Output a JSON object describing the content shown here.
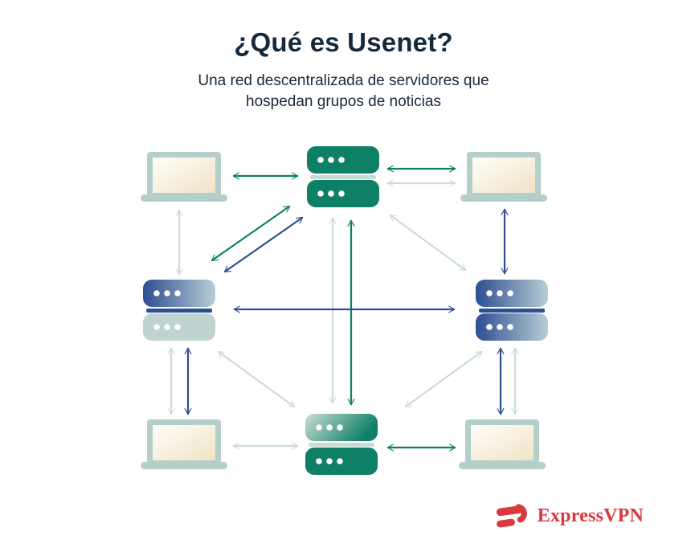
{
  "header": {
    "title": "¿Qué es Usenet?",
    "subtitle_line1": "Una red descentralizada de servidores que",
    "subtitle_line2": "hospedan grupos de noticias"
  },
  "branding": {
    "logo_text": "ExpressVPN"
  },
  "colors": {
    "background": "#ffffff",
    "ink": "#16293b",
    "green": "#0e8066",
    "navy": "#2e4f96",
    "arrow_light": "#ccdcd7",
    "laptop_frame": "#b4cfca",
    "screen_a": "#fffef9",
    "screen_b": "#f0e3c4",
    "unit_light": "#bfd3d0",
    "navy_a": "#2d4e92",
    "navy_b": "#b7cdd4",
    "green_grad_a": "#c9ddd6",
    "divider_light": "#c8dcd4",
    "divider_navy": "#2c4f92",
    "brand_red": "#da3940"
  },
  "diagram": {
    "nodes": [
      {
        "id": "laptop-top-left",
        "type": "laptop"
      },
      {
        "id": "server-top",
        "type": "server",
        "color": "green"
      },
      {
        "id": "laptop-top-right",
        "type": "laptop"
      },
      {
        "id": "server-left",
        "type": "server",
        "color": "navy-light"
      },
      {
        "id": "server-right",
        "type": "server",
        "color": "navy"
      },
      {
        "id": "laptop-bottom-left",
        "type": "laptop"
      },
      {
        "id": "server-bottom",
        "type": "server",
        "color": "green"
      },
      {
        "id": "laptop-bottom-right",
        "type": "laptop"
      }
    ],
    "connections": [
      {
        "from": "laptop-top-left",
        "to": "server-top",
        "style": "green",
        "bidirectional": true
      },
      {
        "from": "server-top",
        "to": "laptop-top-right",
        "style": "green",
        "bidirectional": true
      },
      {
        "from": "server-top",
        "to": "laptop-top-right",
        "style": "light",
        "bidirectional": true
      },
      {
        "from": "laptop-top-left",
        "to": "server-left",
        "style": "light",
        "bidirectional": true
      },
      {
        "from": "laptop-top-right",
        "to": "server-right",
        "style": "navy",
        "bidirectional": true
      },
      {
        "from": "server-top",
        "to": "server-left",
        "style": "green",
        "bidirectional": true
      },
      {
        "from": "server-top",
        "to": "server-left",
        "style": "navy",
        "bidirectional": true
      },
      {
        "from": "server-top",
        "to": "server-right",
        "style": "light",
        "bidirectional": true
      },
      {
        "from": "server-top",
        "to": "server-bottom",
        "style": "light",
        "bidirectional": true
      },
      {
        "from": "server-top",
        "to": "server-bottom",
        "style": "green",
        "bidirectional": true
      },
      {
        "from": "server-left",
        "to": "server-right",
        "style": "navy",
        "bidirectional": true
      },
      {
        "from": "server-left",
        "to": "server-bottom",
        "style": "light",
        "bidirectional": true
      },
      {
        "from": "server-right",
        "to": "server-bottom",
        "style": "light",
        "bidirectional": true
      },
      {
        "from": "server-left",
        "to": "laptop-bottom-left",
        "style": "light",
        "bidirectional": true
      },
      {
        "from": "server-left",
        "to": "laptop-bottom-left",
        "style": "navy",
        "bidirectional": true
      },
      {
        "from": "server-right",
        "to": "laptop-bottom-right",
        "style": "navy",
        "bidirectional": true
      },
      {
        "from": "server-right",
        "to": "laptop-bottom-right",
        "style": "light",
        "bidirectional": true
      },
      {
        "from": "laptop-bottom-left",
        "to": "server-bottom",
        "style": "light",
        "bidirectional": true
      },
      {
        "from": "server-bottom",
        "to": "laptop-bottom-right",
        "style": "green",
        "bidirectional": true
      }
    ]
  }
}
